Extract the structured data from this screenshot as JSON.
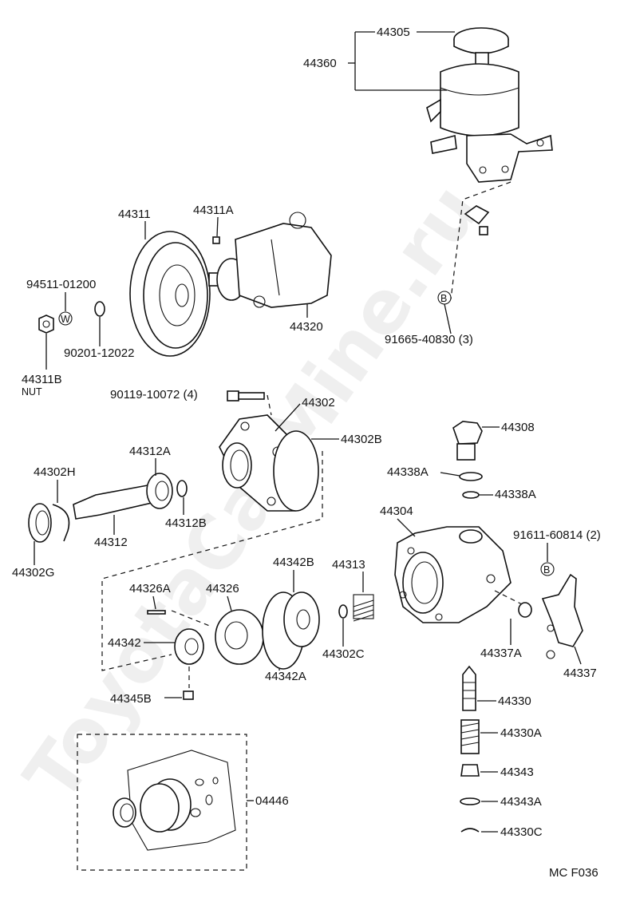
{
  "watermark": "ToyotaCarMine.ru",
  "footer_code": "MC  F036",
  "parts": [
    "44305",
    "44360",
    "44311",
    "44311A",
    "94511-01200",
    "90201-12022",
    "44311B",
    "NUT",
    "44320",
    "91665-40830 (3)",
    "90119-10072 (4)",
    "44302",
    "44302B",
    "44302H",
    "44312A",
    "44312",
    "44312B",
    "44302G",
    "44308",
    "44338A",
    "44338A",
    "44304",
    "91611-60814 (2)",
    "44326A",
    "44326",
    "44342",
    "44342B",
    "44313",
    "44342A",
    "44302C",
    "44345B",
    "44337A",
    "44337",
    "44330",
    "44330A",
    "44343",
    "44343A",
    "44330C",
    "04446"
  ],
  "markers": {
    "washer": "W",
    "bolt_ref": "B"
  }
}
